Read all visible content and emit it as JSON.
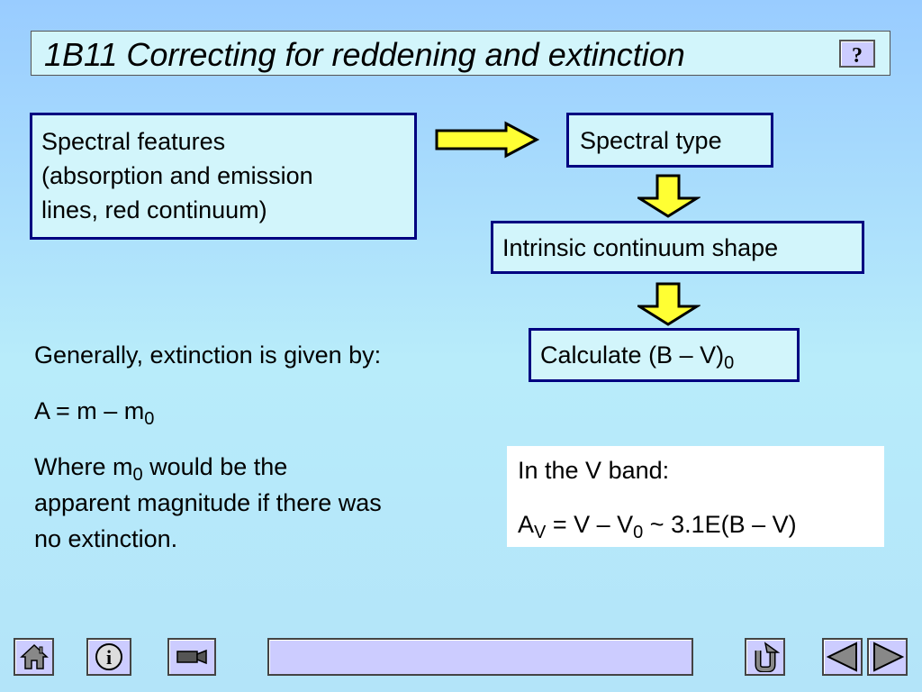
{
  "header": {
    "title": "1B11 Correcting for reddening and extinction"
  },
  "flow": {
    "spectral_features": [
      "Spectral features",
      "(absorption and emission",
      "lines, red continuum)"
    ],
    "spectral_type": "Spectral type",
    "intrinsic": "Intrinsic continuum shape",
    "calculate": {
      "text": "Calculate (B – V)",
      "sub": "0"
    }
  },
  "body": {
    "line1": "Generally, extinction is given by:",
    "eq": {
      "lhs": "A = m – m",
      "sub": "0"
    },
    "where": {
      "a": "Where m",
      "sub": "0",
      "b": " would be the",
      "c": "apparent magnitude if there was",
      "d": "no extinction."
    }
  },
  "vband": {
    "title": "In the V band:",
    "a": "A",
    "sub1": "V",
    "b": " = V – V",
    "sub2": "0",
    "c": " ~ 3.1E(B – V)"
  },
  "colors": {
    "box_border": "#000080",
    "arrow_fill": "#ffff33",
    "button_fill": "#ccccff"
  },
  "icons": [
    "help-icon",
    "home-icon",
    "info-icon",
    "camera-icon",
    "return-icon",
    "previous-icon",
    "next-icon"
  ]
}
